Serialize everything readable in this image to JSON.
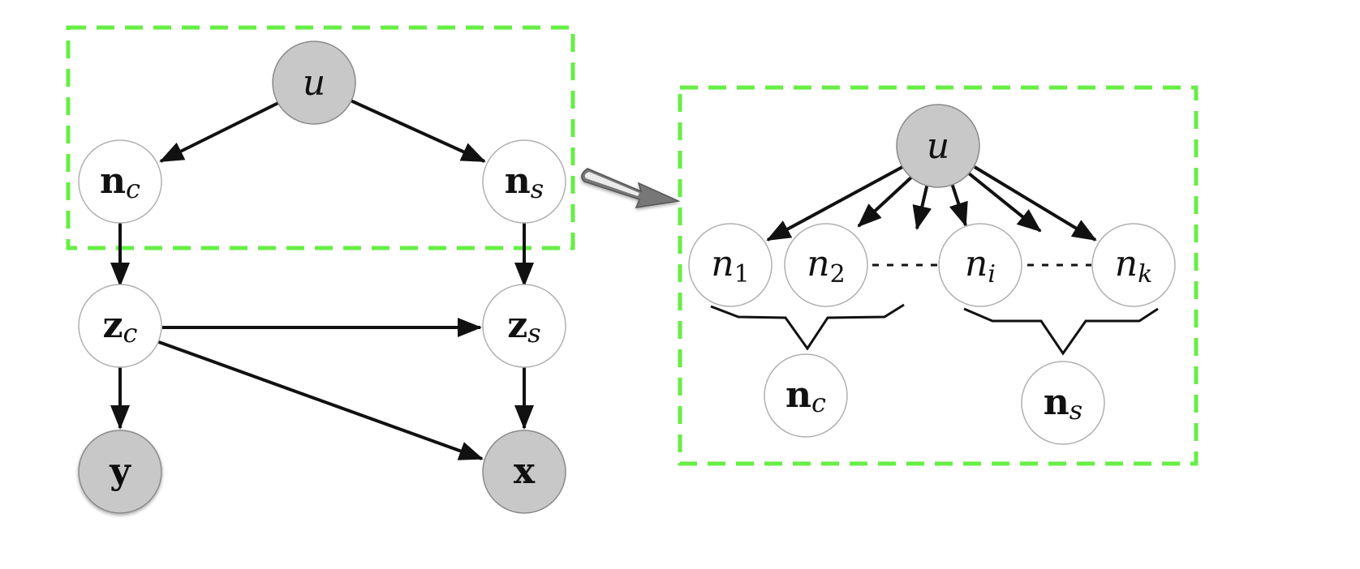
{
  "colors": {
    "box_dash": "#66ee44",
    "observed_fill": "#c8c8c8",
    "observed_stroke": "#8a8a8a",
    "latent_fill": "#ffffff",
    "latent_stroke": "#b0b0b0",
    "edge": "#111111",
    "pointer_arrow": "#777777"
  },
  "left_graph": {
    "nodes": {
      "u": {
        "base": "u",
        "sub": ""
      },
      "nc": {
        "base": "n",
        "sub": "c"
      },
      "ns": {
        "base": "n",
        "sub": "s"
      },
      "zc": {
        "base": "z",
        "sub": "c"
      },
      "zs": {
        "base": "z",
        "sub": "s"
      },
      "y": {
        "base": "y",
        "sub": ""
      },
      "x": {
        "base": "x",
        "sub": ""
      }
    }
  },
  "right_graph": {
    "nodes": {
      "u": {
        "base": "u",
        "sub": ""
      },
      "n1": {
        "base": "n",
        "sub": "1"
      },
      "n2": {
        "base": "n",
        "sub": "2"
      },
      "ni": {
        "base": "n",
        "sub": "i"
      },
      "nk": {
        "base": "n",
        "sub": "k"
      },
      "nc": {
        "base": "n",
        "sub": "c"
      },
      "ns": {
        "base": "n",
        "sub": "s"
      }
    }
  }
}
